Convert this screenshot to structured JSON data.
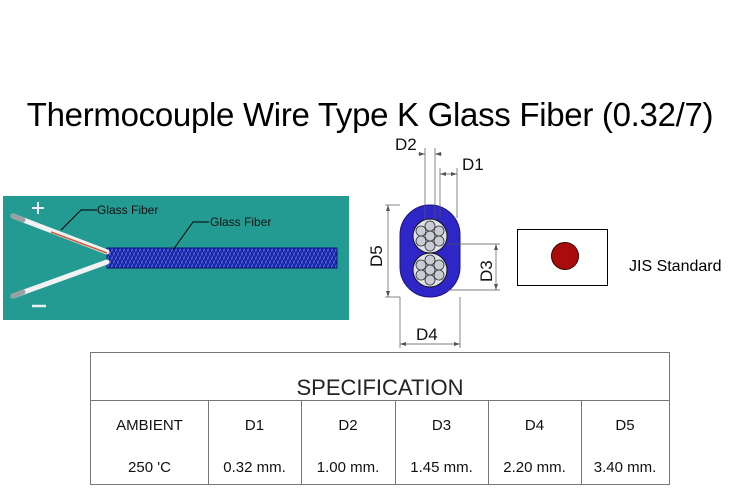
{
  "title": "Thermocouple Wire Type K Glass Fiber (0.32/7)",
  "photo": {
    "plus_sign": "+",
    "minus_sign": "−",
    "label_1": "Glass Fiber",
    "label_2": "Glass Fiber",
    "colors": {
      "background": "#239a92",
      "jacket": "#2030b8",
      "wire": "#e8e8e8"
    }
  },
  "cross_section": {
    "dims": {
      "d1": "D1",
      "d2": "D2",
      "d3": "D3",
      "d4": "D4",
      "d5": "D5"
    },
    "colors": {
      "jacket": "#2f26c7",
      "conductor": "#b8bcc4"
    }
  },
  "jis": {
    "label": "JIS Standard",
    "dot_color": "#a80d0b"
  },
  "spec": {
    "title": "SPECIFICATION",
    "headers": [
      "AMBIENT",
      "D1",
      "D2",
      "D3",
      "D4",
      "D5"
    ],
    "values": [
      "250 'C",
      "0.32 mm.",
      "1.00 mm.",
      "1.45 mm.",
      "2.20 mm.",
      "3.40 mm."
    ]
  }
}
